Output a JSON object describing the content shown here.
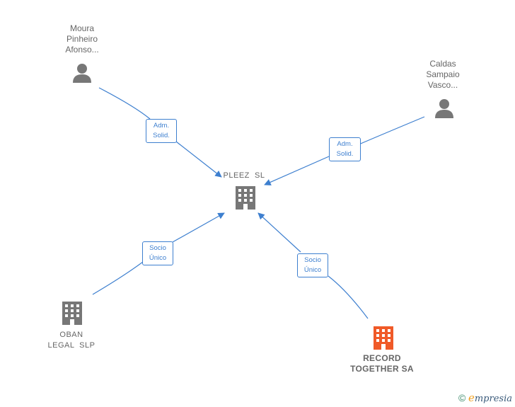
{
  "colors": {
    "edge": "#3d7fcf",
    "node_icon": "#777777",
    "highlight_icon": "#f05a28",
    "label": "#666666"
  },
  "nodes": {
    "moura": {
      "lines": [
        "Moura",
        "Pinheiro",
        "Afonso..."
      ],
      "icon": "person-icon"
    },
    "caldas": {
      "lines": [
        "Caldas",
        "Sampaio",
        "Vasco..."
      ],
      "icon": "person-icon"
    },
    "pleez": {
      "lines": [
        "PLEEZ  SL"
      ],
      "icon": "building-icon"
    },
    "oban": {
      "lines": [
        "OBAN",
        "LEGAL  SLP"
      ],
      "icon": "building-icon"
    },
    "record": {
      "lines": [
        "RECORD",
        "TOGETHER SA"
      ],
      "icon": "building-icon"
    }
  },
  "edges": {
    "moura_pleez": {
      "lines": [
        "Adm.",
        "Solid."
      ]
    },
    "caldas_pleez": {
      "lines": [
        "Adm.",
        "Solid."
      ]
    },
    "oban_pleez": {
      "lines": [
        "Socio",
        "Único"
      ]
    },
    "record_pleez": {
      "lines": [
        "Socio",
        "Único"
      ]
    }
  },
  "brand": {
    "copyright": "©",
    "e": "e",
    "rest": "mpresia"
  }
}
